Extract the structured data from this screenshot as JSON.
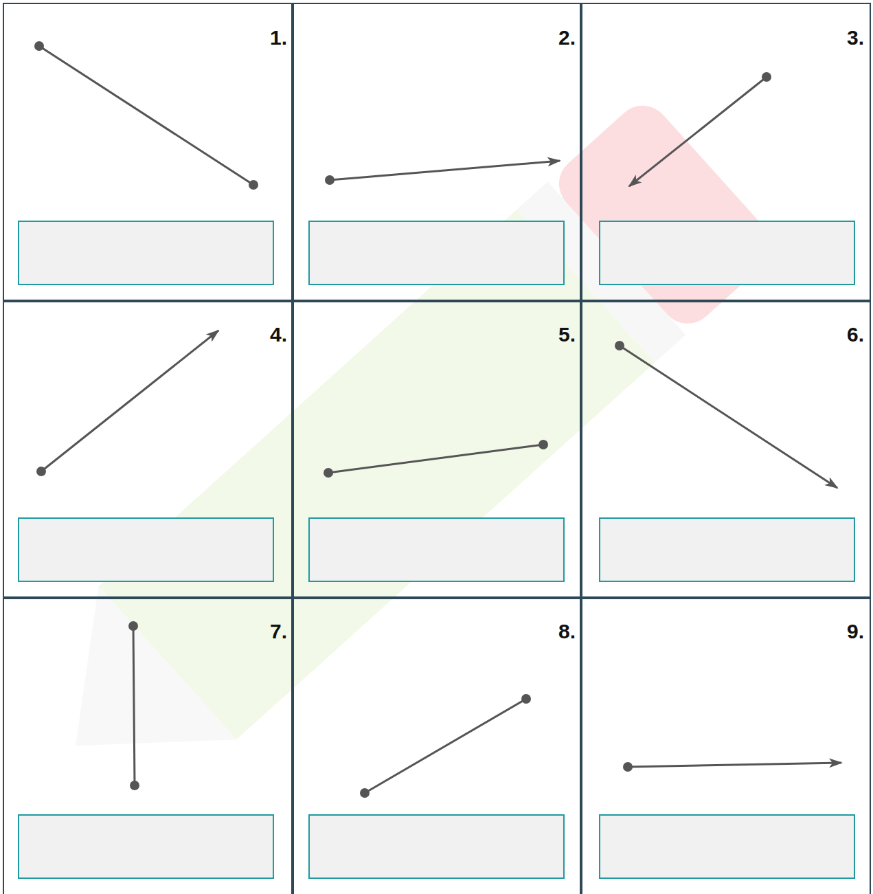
{
  "diagram": {
    "nodes": [
      {
        "text": [
          "1."
        ]
      },
      {
        "text": [
          "2."
        ]
      },
      {
        "text": [
          "3."
        ]
      },
      {
        "text": [
          "4."
        ]
      },
      {
        "text": [
          "5."
        ]
      },
      {
        "text": [
          "6."
        ]
      },
      {
        "text": [
          "7."
        ]
      },
      {
        "text": [
          "8."
        ]
      },
      {
        "text": [
          "9."
        ]
      }
    ]
  }
}
